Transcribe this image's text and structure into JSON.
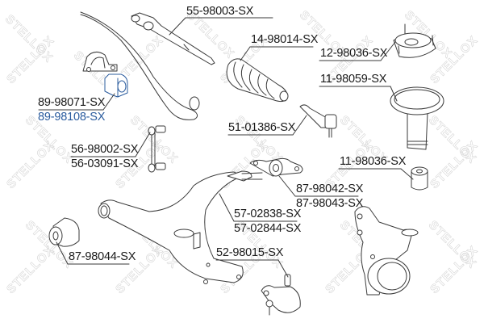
{
  "diagram": {
    "type": "exploded-parts-diagram",
    "subject": "front suspension components",
    "watermark_text": "STELLOX",
    "colors": {
      "line": "#3a3a3a",
      "label": "#1a1a1a",
      "highlight": "#2b5c9e",
      "watermark": "#d6d6d6",
      "background": "#ffffff"
    },
    "labels": [
      {
        "id": "l1",
        "text": "55-98003-SX",
        "part": "tie-rod"
      },
      {
        "id": "l2",
        "text": "14-98014-SX",
        "part": "steering-boot"
      },
      {
        "id": "l3",
        "text": "12-98036-SX",
        "part": "strut-mount"
      },
      {
        "id": "l4",
        "text": "11-98059-SX",
        "part": "dust-boot"
      },
      {
        "id": "l5",
        "text": "89-98071-SX",
        "part": "stabilizer-bushing"
      },
      {
        "id": "l6",
        "text": "89-98108-SX",
        "part": "stabilizer-bushing",
        "highlighted": true
      },
      {
        "id": "l7",
        "text": "51-01386-SX",
        "part": "tie-rod-end"
      },
      {
        "id": "l8",
        "text": "56-98002-SX",
        "part": "stabilizer-link"
      },
      {
        "id": "l9",
        "text": "56-03091-SX",
        "part": "stabilizer-link"
      },
      {
        "id": "l10",
        "text": "11-98036-SX",
        "part": "bump-stop"
      },
      {
        "id": "l11",
        "text": "87-98042-SX",
        "part": "control-arm-bushing-rear"
      },
      {
        "id": "l12",
        "text": "87-98043-SX",
        "part": "control-arm-bushing-rear"
      },
      {
        "id": "l13",
        "text": "57-02838-SX",
        "part": "lower-control-arm"
      },
      {
        "id": "l14",
        "text": "57-02844-SX",
        "part": "lower-control-arm"
      },
      {
        "id": "l15",
        "text": "87-98044-SX",
        "part": "control-arm-bushing-front"
      },
      {
        "id": "l16",
        "text": "52-98015-SX",
        "part": "ball-joint"
      }
    ]
  }
}
